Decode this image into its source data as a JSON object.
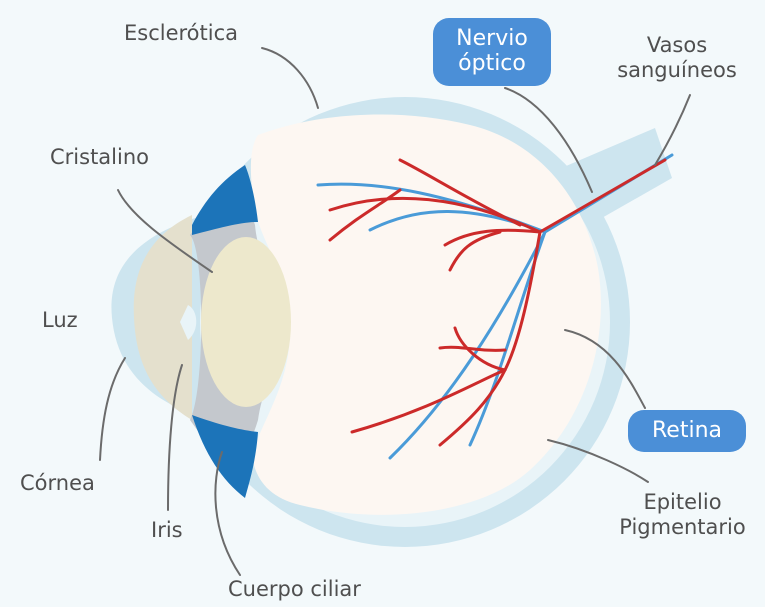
{
  "labels": {
    "sclera": "Esclerótica",
    "optic_nerve_line1": "Nervio",
    "optic_nerve_line2": "óptico",
    "blood_vessels_line1": "Vasos",
    "blood_vessels_line2": "sanguíneos",
    "lens": "Cristalino",
    "light": "Luz",
    "retina": "Retina",
    "cornea": "Córnea",
    "iris": "Iris",
    "rpe_line1": "Epitelio",
    "rpe_line2": "Pigmentario",
    "ciliary_body": "Cuerpo ciliar"
  },
  "colors": {
    "background": "#f3f9fb",
    "sclera": "#cde5ef",
    "choroid": "#e9f4f8",
    "vitreous": "#fdf7f2",
    "ciliary": "#1c74b9",
    "iris_gray": "#c4c8cd",
    "lens": "#ede8cc",
    "artery": "#cc2a2a",
    "vein": "#4a9bd8",
    "leader": "#6b6b6b",
    "highlight_label": "#4b8fd7"
  }
}
